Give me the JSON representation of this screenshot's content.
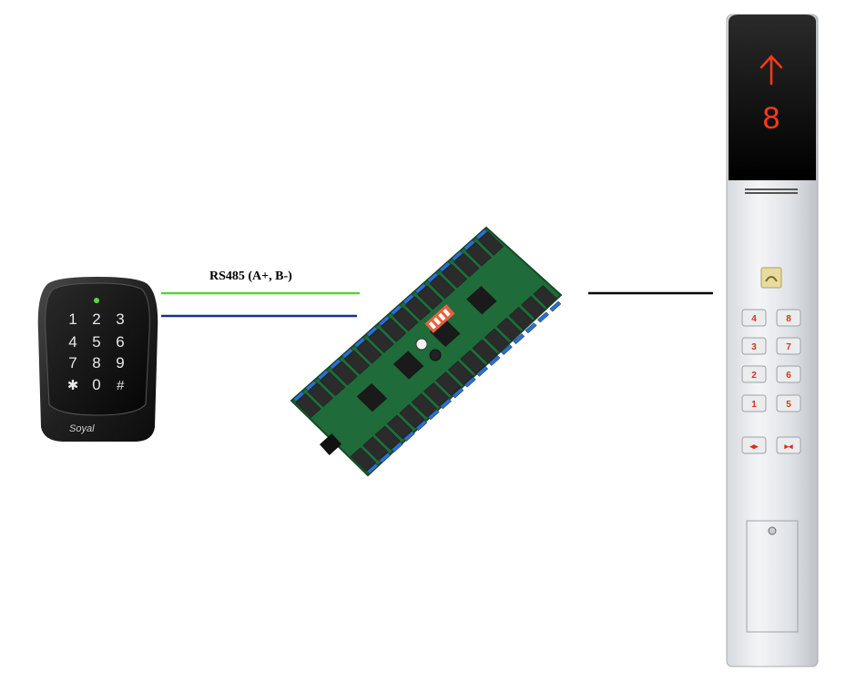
{
  "connection": {
    "label": "RS485 (A+, B-)"
  },
  "keypad": {
    "keys": [
      "1",
      "2",
      "3",
      "4",
      "5",
      "6",
      "7",
      "8",
      "9",
      "✱",
      "0",
      "#"
    ],
    "brand": "Soyal",
    "led_color": "#55dd33"
  },
  "wires": {
    "green_color": "#5ad233",
    "blue_color": "#1a2d8c",
    "black_color": "#000000"
  },
  "elevator_panel": {
    "direction": "up",
    "floor_display": "8",
    "display_color": "#ff3a1a",
    "buttons_left": [
      "4",
      "3",
      "2",
      "1",
      "◂▸"
    ],
    "buttons_right": [
      "8",
      "7",
      "6",
      "5",
      "▸◂"
    ]
  }
}
